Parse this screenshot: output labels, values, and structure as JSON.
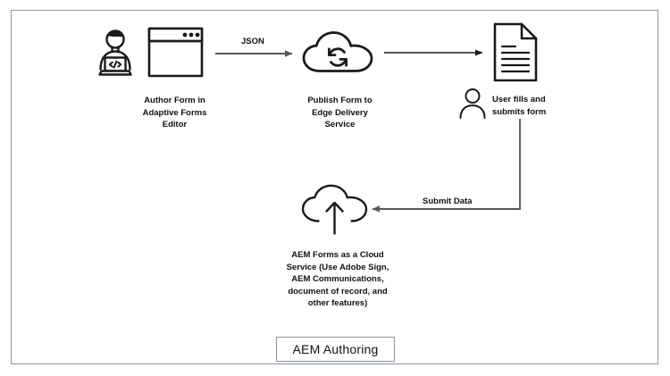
{
  "diagram": {
    "title": "AEM Authoring",
    "border_color": "#8d97a3",
    "background": "#ffffff",
    "ink_color": "#111111",
    "arrow_gray": "#595959",
    "nodes": [
      {
        "id": "author",
        "icon": "developer-with-laptop-icon",
        "caption": "Author Form in\nAdaptive Forms\nEditor"
      },
      {
        "id": "browser",
        "icon": "browser-window-icon",
        "caption": ""
      },
      {
        "id": "publish",
        "icon": "cloud-sync-icon",
        "caption": "Publish Form to\nEdge Delivery\nService"
      },
      {
        "id": "document",
        "icon": "document-icon",
        "caption": ""
      },
      {
        "id": "user",
        "icon": "user-person-icon",
        "caption": "User fills and\nsubmits form"
      },
      {
        "id": "aem-forms-cloud",
        "icon": "cloud-upload-icon",
        "caption": "AEM Forms as a Cloud\nService (Use Adobe Sign,\nAEM Communications,\ndocument of record, and\nother features)"
      }
    ],
    "edges": [
      {
        "id": "author-to-publish",
        "label": "JSON",
        "color": "#595959"
      },
      {
        "id": "publish-to-document",
        "label": "",
        "color": "#1a1a1a"
      },
      {
        "id": "user-to-cloud",
        "label": "Submit Data",
        "color": "#595959"
      }
    ]
  }
}
